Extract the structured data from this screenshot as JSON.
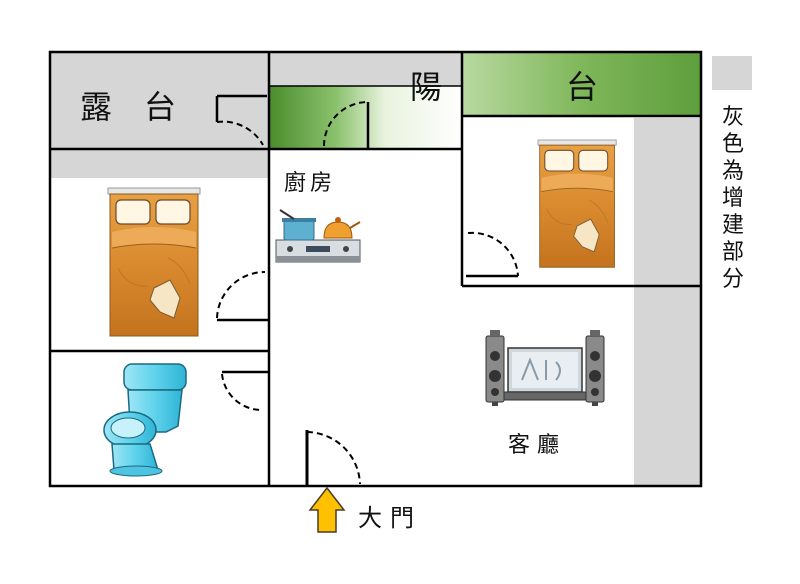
{
  "labels": {
    "terrace": "露　台",
    "balcony_left": "陽",
    "balcony_right": "台",
    "kitchen": "廚房",
    "living_room": "客 廳",
    "main_door": "大門"
  },
  "legend": {
    "text": [
      "灰",
      "色",
      "為",
      "增",
      "建",
      "部",
      "分"
    ]
  },
  "colors": {
    "addition_gray": "#d6d6d6",
    "balcony_green": "#6aa845",
    "wall": "#000000",
    "arrow_fill": "#ffc000",
    "arrow_stroke": "#4a3a2a"
  },
  "icons": [
    "bed-icon",
    "toilet-icon",
    "stove-icon",
    "tv-speaker-icon",
    "arrow-up-icon"
  ]
}
